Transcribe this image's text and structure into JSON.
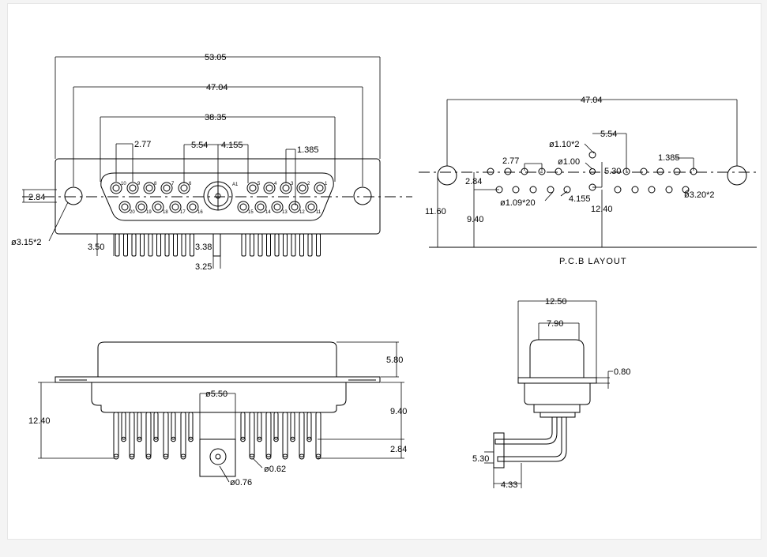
{
  "front_view": {
    "dims": {
      "overall_width": "53.05",
      "mount_hole_spacing": "47.04",
      "shell_width": "38.35",
      "pitch_a": "2.77",
      "pitch_b": "5.54",
      "coax_offset": "4.155",
      "pitch_c": "1.385",
      "height_offset": "2.84",
      "mount_hole_dia": "ø3.15*2",
      "pin_edge": "3.50",
      "coax_lead_a": "3.38",
      "coax_lead_b": "3.25"
    },
    "coax_label": "A1",
    "top_pins": [
      "10",
      "9",
      "8",
      "7",
      "6",
      "5",
      "4",
      "3",
      "2",
      "1"
    ],
    "bottom_pins": [
      "20",
      "19",
      "18",
      "17",
      "16",
      "15",
      "14",
      "13",
      "12",
      "11"
    ]
  },
  "pcb_layout": {
    "title": "P.C.B LAYOUT",
    "dims": {
      "hole_spacing": "47.04",
      "pitch_b": "5.54",
      "pitch_a": "2.77",
      "pitch_c": "1.385",
      "hole_110": "ø1.10*2",
      "hole_100": "ø1.00",
      "row_530": "5.30",
      "row_284": "2.84",
      "hole_109": "ø1.09*20",
      "offset_4155": "4.155",
      "depth_1240": "12.40",
      "depth_1160": "11.60",
      "depth_940": "9.40",
      "mount_320": "ø3.20*2"
    }
  },
  "side_view": {
    "dims": {
      "hood_height": "5.80",
      "overall_height": "12.40",
      "coax_dia": "ø5.50",
      "body_height": "9.40",
      "pin_row": "2.84",
      "pin_dia": "ø0.62",
      "coax_pin_dia": "ø0.76"
    }
  },
  "end_view": {
    "dims": {
      "flange": "12.50",
      "hood": "7.90",
      "plate": "0.80",
      "tail": "5.30",
      "offset": "4.33"
    }
  }
}
